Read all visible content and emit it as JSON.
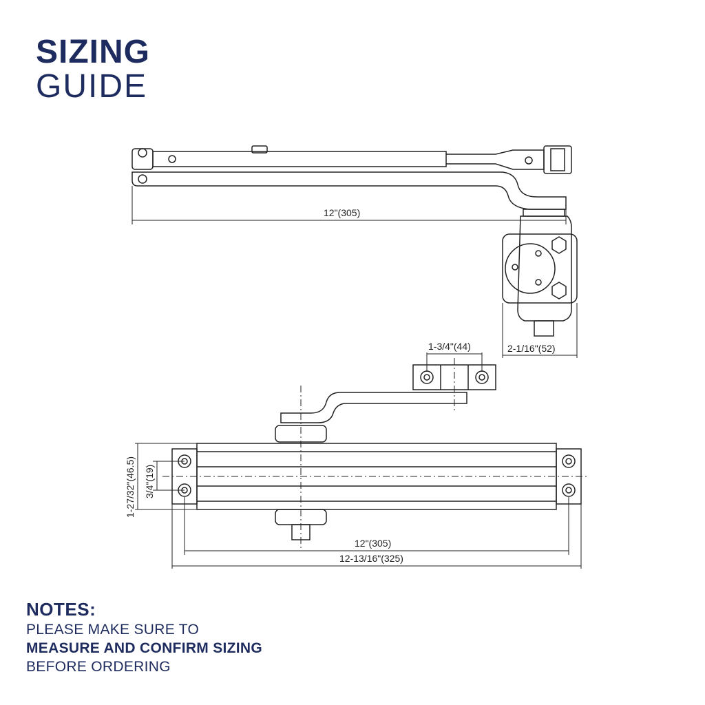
{
  "title": {
    "line1": "SIZING",
    "line2": "GUIDE"
  },
  "dimensions": {
    "top_arm_length": "12\"(305)",
    "body_depth": "2-1/16\"(52)",
    "bracket_hole_spacing": "1-3/4\"(44)",
    "body_height": "1-27/32\"(46.5)",
    "mount_hole_spacing": "3/4\"(19)",
    "mount_hole_length": "12\"(305)",
    "body_length": "12-13/16\"(325)"
  },
  "notes": {
    "heading": "NOTES:",
    "line1": "PLEASE MAKE SURE TO",
    "line2": "MEASURE AND CONFIRM SIZING",
    "line3": "BEFORE ORDERING"
  },
  "colors": {
    "title": "#1e2b5e",
    "line": "#222222"
  }
}
